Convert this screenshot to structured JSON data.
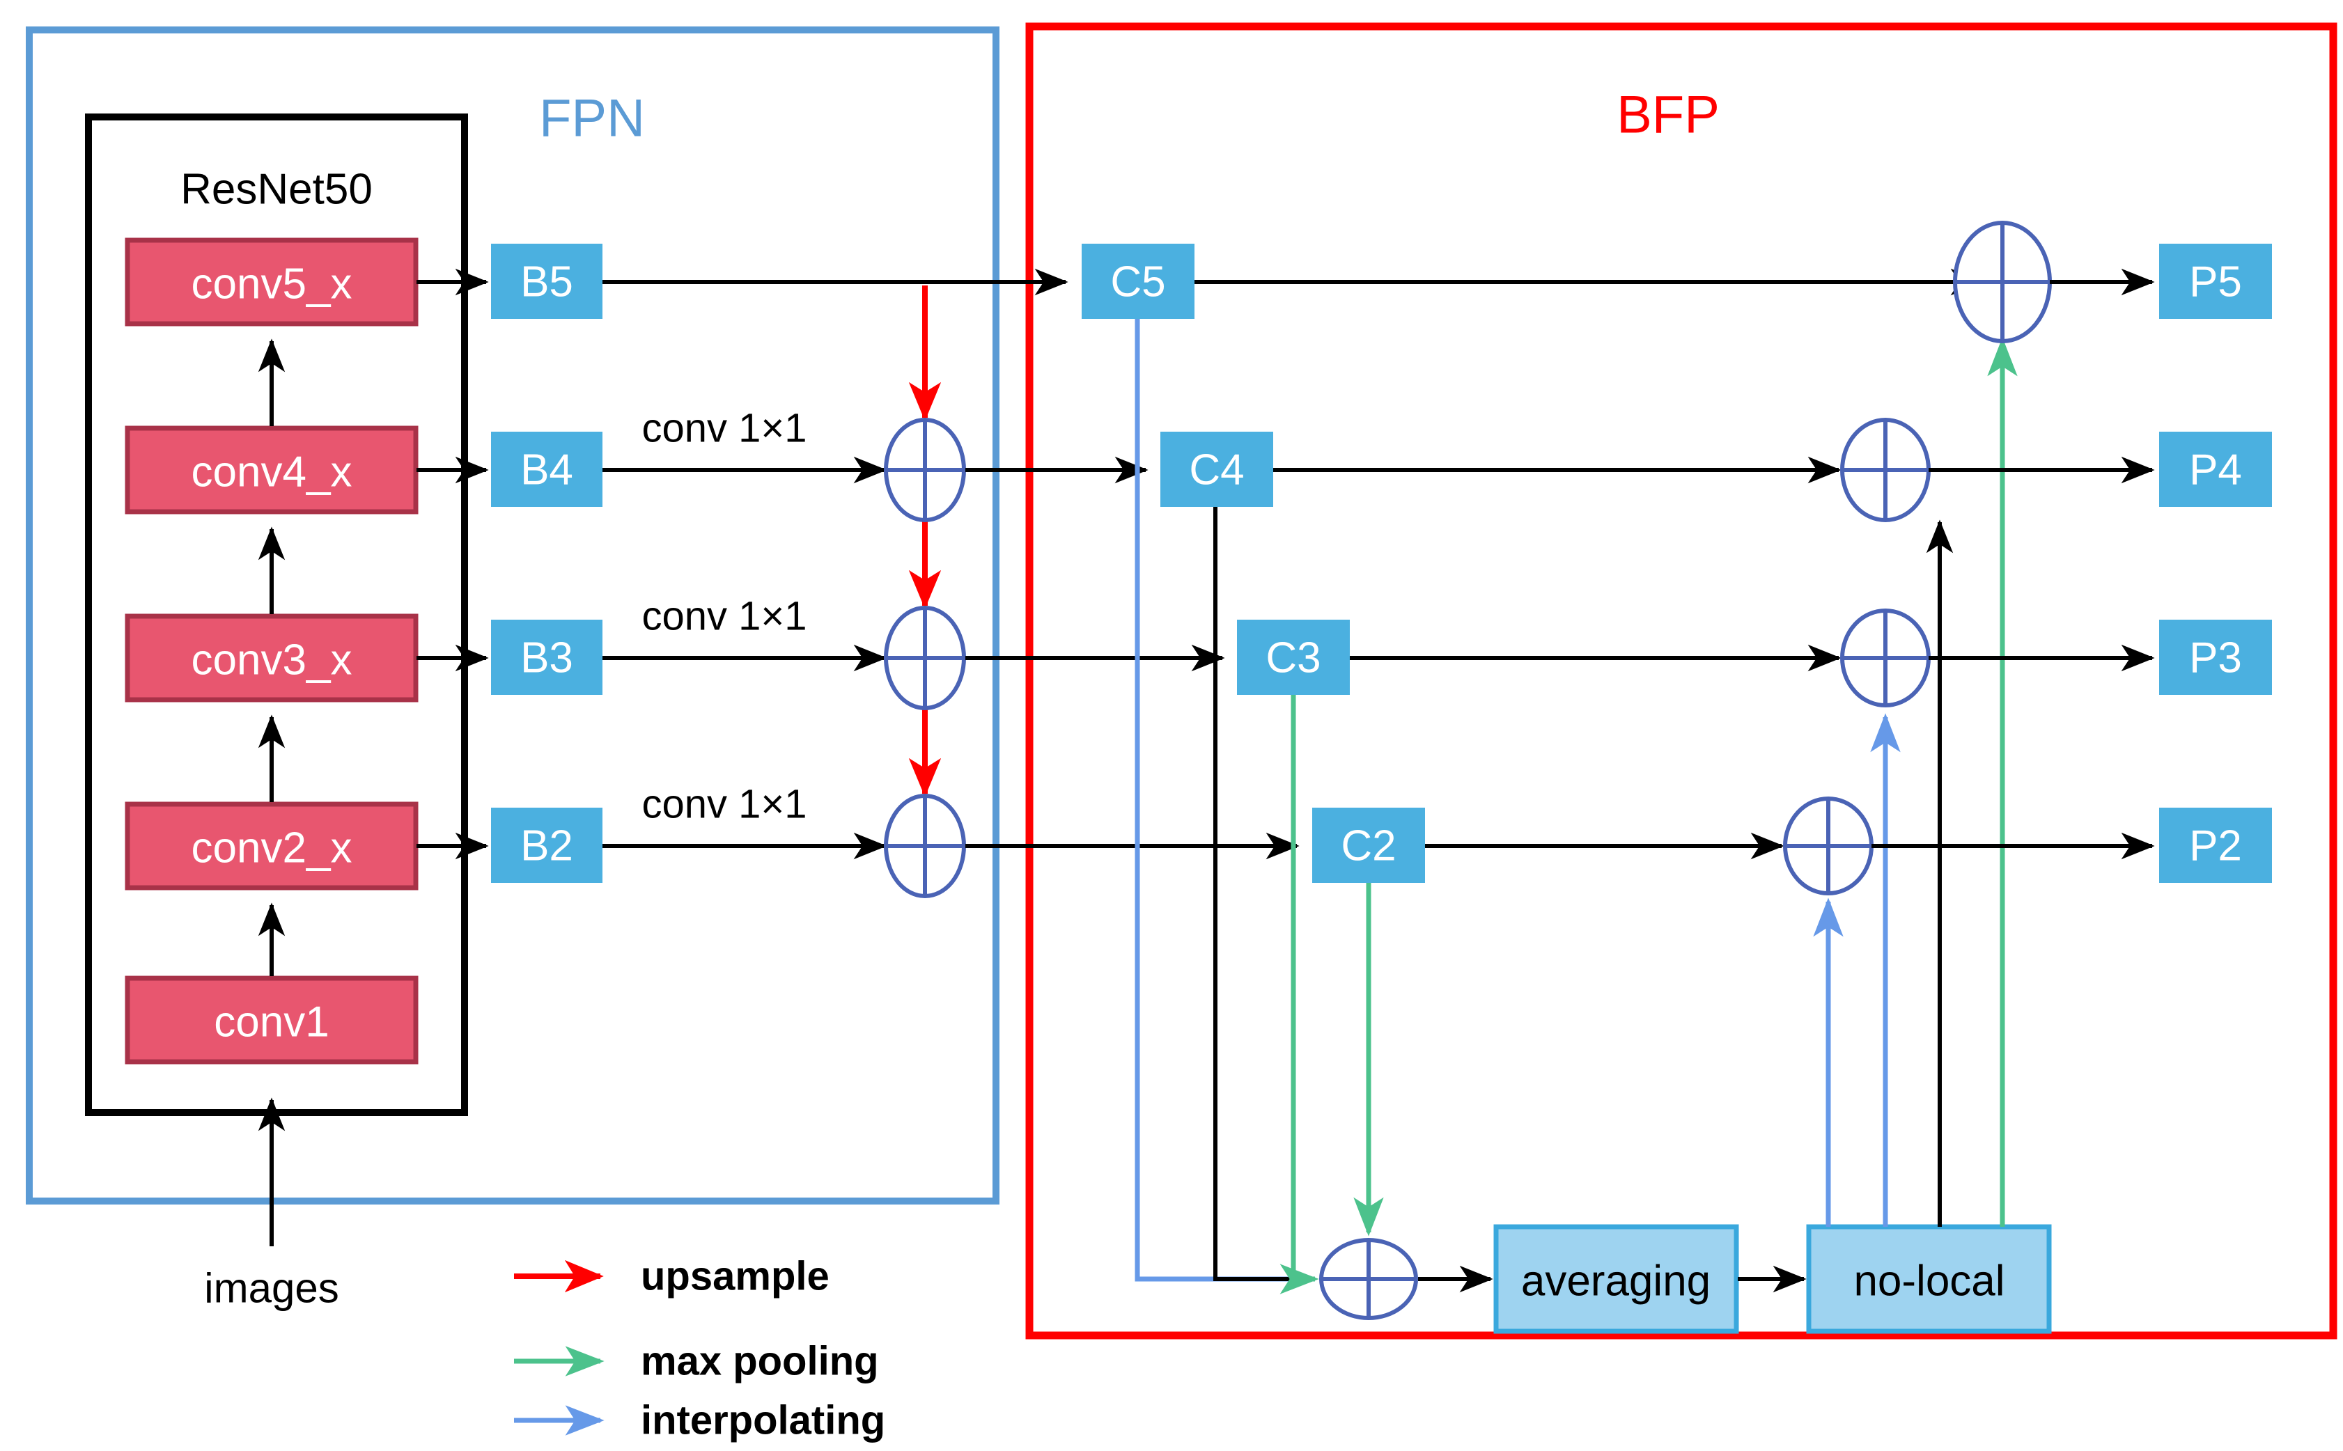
{
  "groups": [
    {
      "id": "fpn",
      "title": "FPN",
      "color": "#5b9bd5"
    },
    {
      "id": "bfp",
      "title": "BFP",
      "color": "#ff0000"
    }
  ],
  "backbone": {
    "title": "ResNet50",
    "stages": [
      {
        "label": "conv5_x"
      },
      {
        "label": "conv4_x"
      },
      {
        "label": "conv3_x"
      },
      {
        "label": "conv2_x"
      },
      {
        "label": "conv1"
      }
    ],
    "input_label": "images",
    "box_color": "#e8566f",
    "border_color": "#a83248"
  },
  "lateral": {
    "boxes": [
      {
        "label": "B5"
      },
      {
        "label": "B4"
      },
      {
        "label": "B3"
      },
      {
        "label": "B2"
      }
    ],
    "edge_labels": [
      "conv 1×1",
      "conv 1×1",
      "conv 1×1"
    ],
    "box_color": "#4bb0e0"
  },
  "bfp": {
    "c_boxes": [
      {
        "label": "C5"
      },
      {
        "label": "C4"
      },
      {
        "label": "C3"
      },
      {
        "label": "C2"
      }
    ],
    "p_boxes": [
      {
        "label": "P5"
      },
      {
        "label": "P4"
      },
      {
        "label": "P3"
      },
      {
        "label": "P2"
      }
    ],
    "ops": [
      {
        "label": "averaging"
      },
      {
        "label": "no-local"
      }
    ],
    "box_color": "#4bb0e0",
    "op_box_color": "#9ed3f0",
    "op_border_color": "#3aa8dd"
  },
  "legend": {
    "items": [
      {
        "label": "upsample",
        "color": "#ff0000"
      },
      {
        "label": "max pooling",
        "color": "#4cc28c"
      },
      {
        "label": "interpolating",
        "color": "#6699e8"
      }
    ]
  },
  "operators": {
    "sum_symbol": "oplus"
  }
}
